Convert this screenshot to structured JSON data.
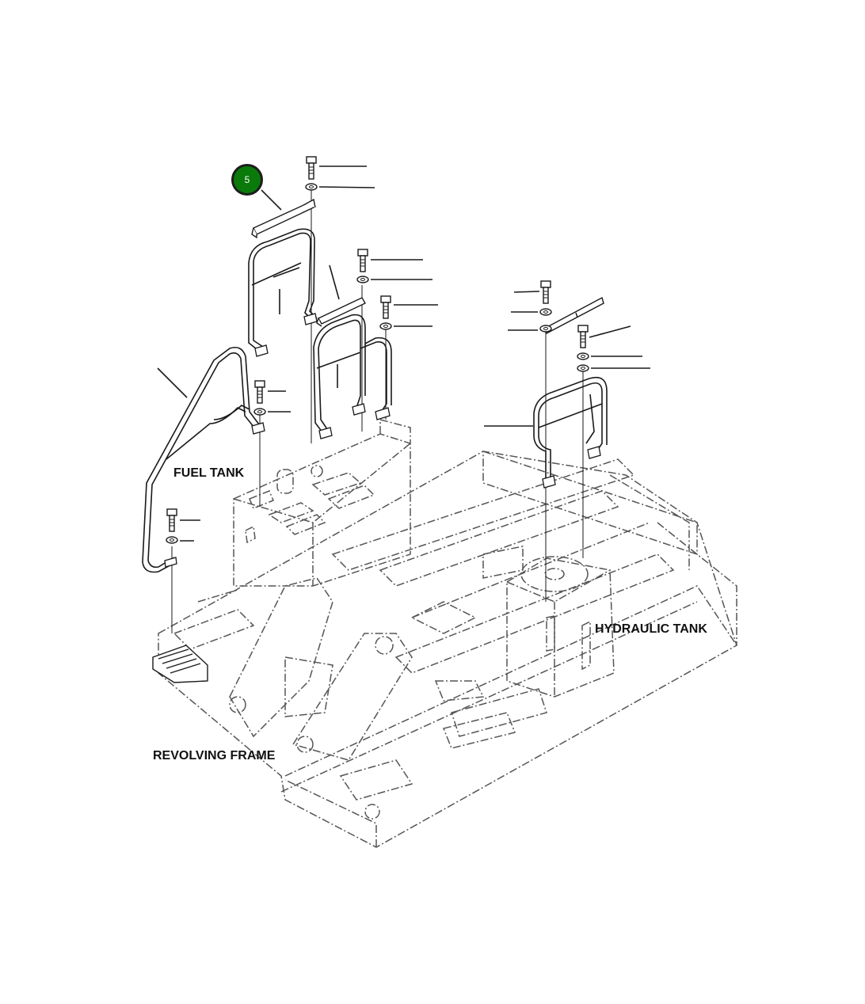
{
  "labels": {
    "fuel_tank": "FUEL TANK",
    "hydraulic_tank": "HYDRAULIC TANK",
    "revolving_frame": "REVOLVING FRAME"
  },
  "callout": {
    "number": "5",
    "color": "#0a7a0a"
  },
  "colors": {
    "line": "#1a1a1a",
    "phantom": "#555555"
  }
}
